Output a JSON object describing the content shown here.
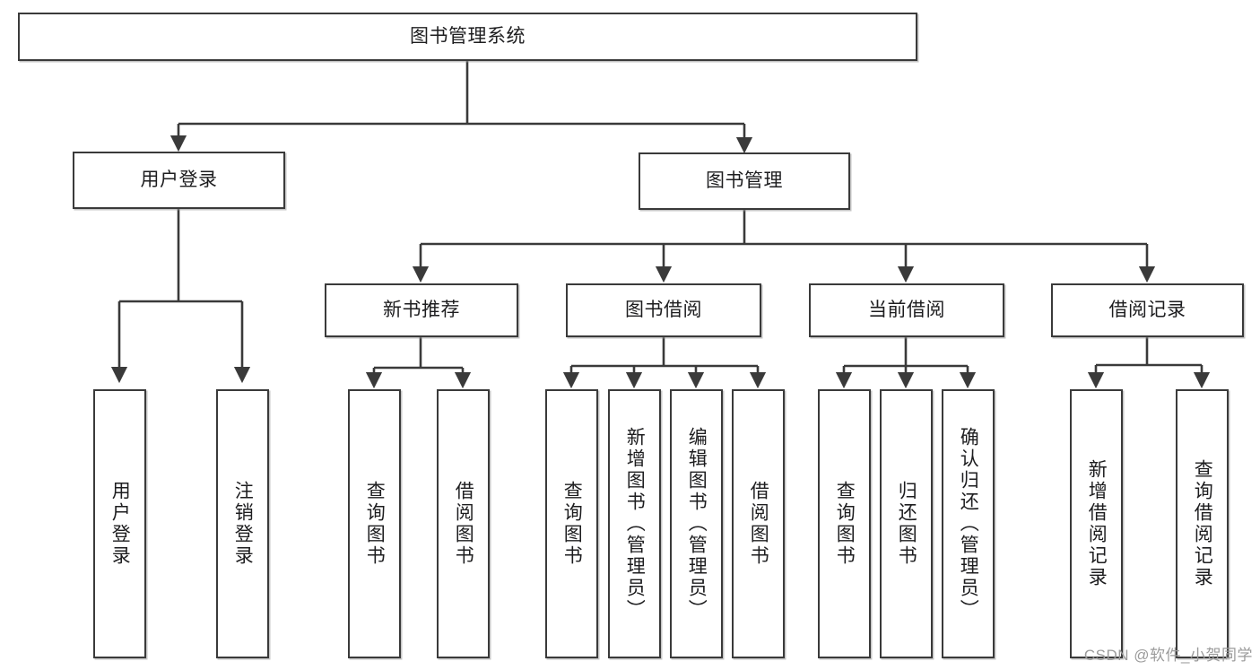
{
  "diagram": {
    "type": "tree-hierarchy",
    "orientation": "top-down",
    "title": "图书管理系统",
    "colors": {
      "box_border": "#3a3a3a",
      "box_fill": "#ffffff",
      "connector": "#3a3a3a",
      "text": "#1d1d1f",
      "watermark": "#9b9b9b",
      "background": "#ffffff"
    },
    "nodes": {
      "root": {
        "label": "图书管理系统",
        "level": 1,
        "orientation": "horizontal"
      },
      "user_login": {
        "label": "用户登录",
        "level": 2,
        "orientation": "horizontal"
      },
      "book_manage": {
        "label": "图书管理",
        "level": 2,
        "orientation": "horizontal"
      },
      "new_book_recommend": {
        "label": "新书推荐",
        "level": 3,
        "orientation": "horizontal"
      },
      "book_borrow": {
        "label": "图书借阅",
        "level": 3,
        "orientation": "horizontal"
      },
      "current_borrow": {
        "label": "当前借阅",
        "level": 3,
        "orientation": "horizontal"
      },
      "borrow_record": {
        "label": "借阅记录",
        "level": 3,
        "orientation": "horizontal"
      },
      "leaf_user_login": {
        "label": "用户登录",
        "level": 4,
        "orientation": "vertical"
      },
      "leaf_logout": {
        "label": "注销登录",
        "level": 4,
        "orientation": "vertical"
      },
      "leaf_query_book_1": {
        "label": "查询图书",
        "level": 4,
        "orientation": "vertical"
      },
      "leaf_borrow_book_1": {
        "label": "借阅图书",
        "level": 4,
        "orientation": "vertical"
      },
      "leaf_query_book_2": {
        "label": "查询图书",
        "level": 4,
        "orientation": "vertical"
      },
      "leaf_add_book": {
        "label": "新增图书（管理员）",
        "level": 4,
        "orientation": "vertical"
      },
      "leaf_edit_book": {
        "label": "编辑图书（管理员）",
        "level": 4,
        "orientation": "vertical"
      },
      "leaf_borrow_book_2": {
        "label": "借阅图书",
        "level": 4,
        "orientation": "vertical"
      },
      "leaf_query_book_3": {
        "label": "查询图书",
        "level": 4,
        "orientation": "vertical"
      },
      "leaf_return_book": {
        "label": "归还图书",
        "level": 4,
        "orientation": "vertical"
      },
      "leaf_confirm_return": {
        "label": "确认归还（管理员）",
        "level": 4,
        "orientation": "vertical"
      },
      "leaf_add_record": {
        "label": "新增借阅记录",
        "level": 4,
        "orientation": "vertical"
      },
      "leaf_query_record": {
        "label": "查询借阅记录",
        "level": 4,
        "orientation": "vertical"
      }
    },
    "edges": [
      {
        "from": "root",
        "to": "user_login"
      },
      {
        "from": "root",
        "to": "book_manage"
      },
      {
        "from": "user_login",
        "to": "leaf_user_login"
      },
      {
        "from": "user_login",
        "to": "leaf_logout"
      },
      {
        "from": "book_manage",
        "to": "new_book_recommend"
      },
      {
        "from": "book_manage",
        "to": "book_borrow"
      },
      {
        "from": "book_manage",
        "to": "current_borrow"
      },
      {
        "from": "book_manage",
        "to": "borrow_record"
      },
      {
        "from": "new_book_recommend",
        "to": "leaf_query_book_1"
      },
      {
        "from": "new_book_recommend",
        "to": "leaf_borrow_book_1"
      },
      {
        "from": "book_borrow",
        "to": "leaf_query_book_2"
      },
      {
        "from": "book_borrow",
        "to": "leaf_add_book"
      },
      {
        "from": "book_borrow",
        "to": "leaf_edit_book"
      },
      {
        "from": "book_borrow",
        "to": "leaf_borrow_book_2"
      },
      {
        "from": "current_borrow",
        "to": "leaf_query_book_3"
      },
      {
        "from": "current_borrow",
        "to": "leaf_return_book"
      },
      {
        "from": "current_borrow",
        "to": "leaf_confirm_return"
      },
      {
        "from": "borrow_record",
        "to": "leaf_add_record"
      },
      {
        "from": "borrow_record",
        "to": "leaf_query_record"
      }
    ]
  },
  "watermark": {
    "text": "CSDN @软件_小贺同学"
  }
}
